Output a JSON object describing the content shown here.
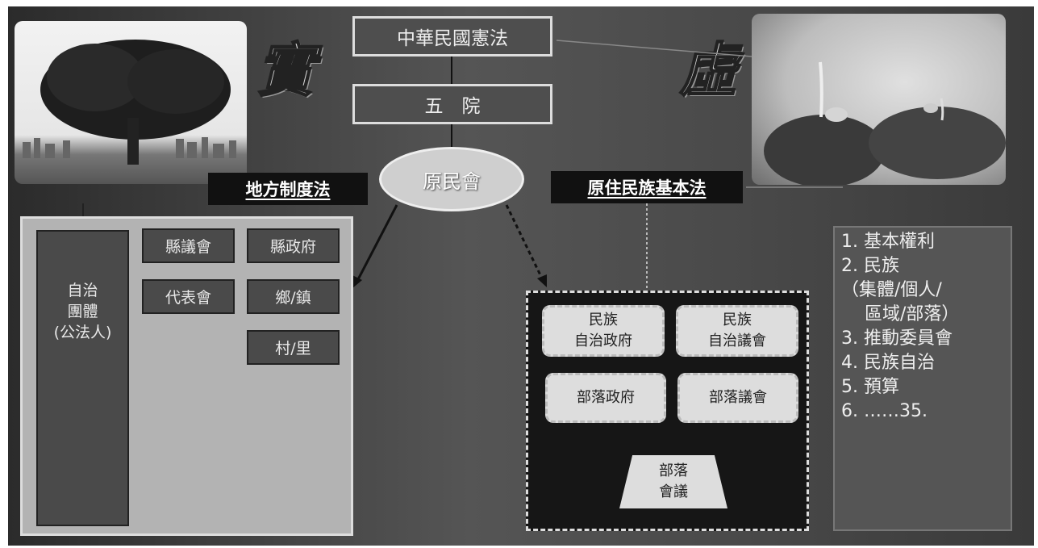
{
  "title_left": "實",
  "title_right": "虛",
  "top_boxes": {
    "constitution": "中華民國憲法",
    "five_yuan": "五　院"
  },
  "council": "原民會",
  "laws": {
    "local": "地方制度法",
    "indigenous": "原住民族基本法"
  },
  "left_panel": {
    "entity": "自治\n團體\n(公法人)",
    "boxes": {
      "county_council": "縣議會",
      "county_gov": "縣政府",
      "rep_council": "代表會",
      "township": "鄉/鎮",
      "village": "村/里"
    }
  },
  "center_panel": {
    "boxes": {
      "ethnic_gov": "民族\n自治政府",
      "ethnic_council": "民族\n自治議會",
      "tribe_gov": "部落政府",
      "tribe_council": "部落議會",
      "tribe_meeting": "部落\n會議"
    }
  },
  "right_list": [
    "1. 基本權利",
    "2. 民族",
    "（集體/個人/",
    "　 區域/部落）",
    "3. 推動委員會",
    "4. 民族自治",
    "5. 預算",
    "6. ……35."
  ],
  "colors": {
    "background": "#444444",
    "box_fill": "#4e4e4e",
    "ellipse": "#cfcfcf"
  }
}
